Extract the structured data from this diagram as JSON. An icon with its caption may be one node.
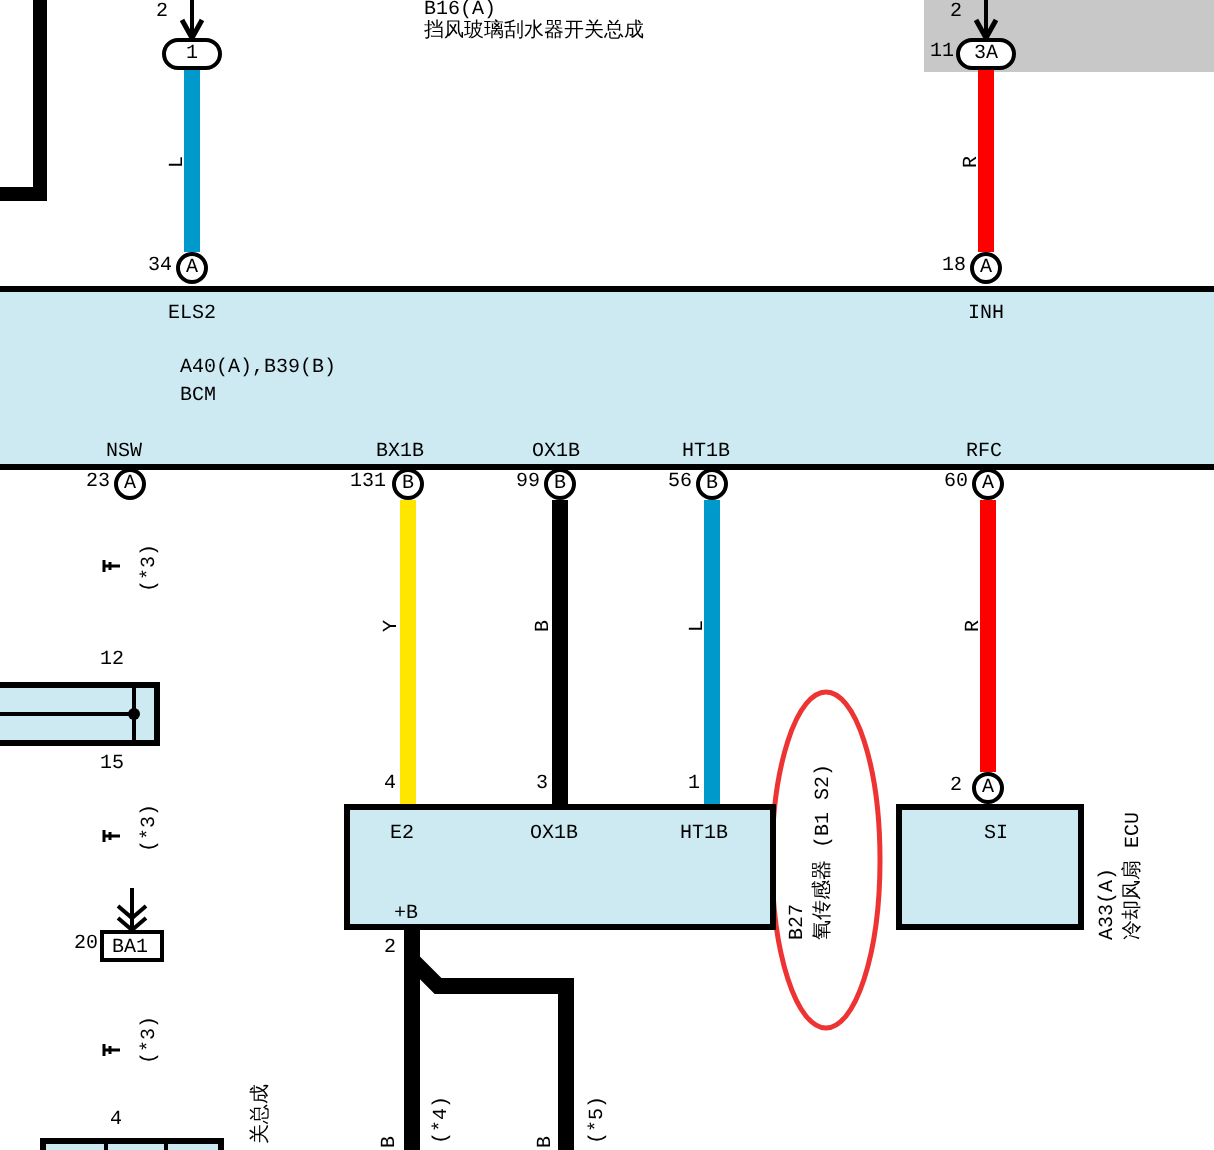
{
  "diagram": {
    "nodes": [
      {
        "text": [
          "1"
        ]
      },
      {
        "text": [],
        "shape": "box"
      },
      {
        "text": [
          "3A"
        ],
        "in": 1,
        "beside": [
          "11"
        ]
      },
      {
        "text": [
          "A"
        ],
        "beside": [
          "34"
        ]
      },
      {
        "text": [
          "A"
        ],
        "beside": [
          "18"
        ]
      },
      {
        "text": [
          "ELS2",
          "INH",
          "A40(A),B39(B)",
          "BCM",
          "NSW",
          "BX1B",
          "OX1B",
          "HT1B",
          "RFC"
        ]
      },
      {
        "text": [
          "A"
        ],
        "beside": [
          "23"
        ]
      },
      {
        "text": [
          "B"
        ],
        "beside": [
          "131"
        ]
      },
      {
        "text": [
          "B"
        ],
        "beside": [
          "99"
        ]
      },
      {
        "text": [
          "B"
        ],
        "beside": [
          "56"
        ]
      },
      {
        "text": [
          "A"
        ],
        "beside": [
          "60"
        ]
      },
      {
        "text": [],
        "shape": "box",
        "beside": [
          "12",
          "15"
        ]
      },
      {
        "text": [
          "A"
        ],
        "beside": [
          "2"
        ]
      },
      {
        "text": [
          "E2",
          "OX1B",
          "HT1B",
          "+B"
        ],
        "beside": [
          "B27",
          "氧传感器 (B1 S2)"
        ]
      },
      {
        "text": [
          "SI"
        ],
        "beside": [
          "A33(A)",
          "冷却风扇 ECU"
        ]
      },
      {
        "text": [
          "BA1"
        ],
        "beside": [
          "20"
        ]
      },
      {
        "text": [],
        "shape": "box",
        "beside": [
          "4"
        ]
      }
    ],
    "edges": [
      {
        "from": null,
        "to": 0,
        "arrow": "to",
        "color": "#000000"
      },
      {
        "from": null,
        "to": 2,
        "arrow": "to",
        "color": "#000000"
      },
      {
        "from": 0,
        "to": 3,
        "arrow": "none",
        "label": "L",
        "color": "#0099cc"
      },
      {
        "from": 2,
        "to": 4,
        "arrow": "none",
        "label": "R",
        "color": "#ff0000"
      },
      {
        "from": 7,
        "to": 13,
        "arrow": "none",
        "label": "Y",
        "color": "#ffe600"
      },
      {
        "from": 8,
        "to": 13,
        "arrow": "none",
        "label": "B",
        "color": "#000000"
      },
      {
        "from": 9,
        "to": 13,
        "arrow": "none",
        "label": "L",
        "color": "#0099cc"
      },
      {
        "from": 10,
        "to": 12,
        "arrow": "none",
        "label": "R",
        "color": "#ff0000"
      },
      {
        "from": null,
        "to": 15,
        "arrow": "to",
        "color": "#000000"
      },
      {
        "from": 13,
        "to": null,
        "arrow": "none",
        "label": "B",
        "color": "#000000"
      },
      {
        "from": 13,
        "to": null,
        "arrow": "none",
        "label": "B",
        "color": "#000000"
      }
    ],
    "labels": [
      "2",
      "B16(A)",
      "2",
      "挡风玻璃刮水器开关总成",
      "(*3)",
      "4",
      "3",
      "1",
      "(*3)",
      "2",
      "(*3)",
      "关总成",
      "(*4)",
      "(*5)"
    ]
  }
}
